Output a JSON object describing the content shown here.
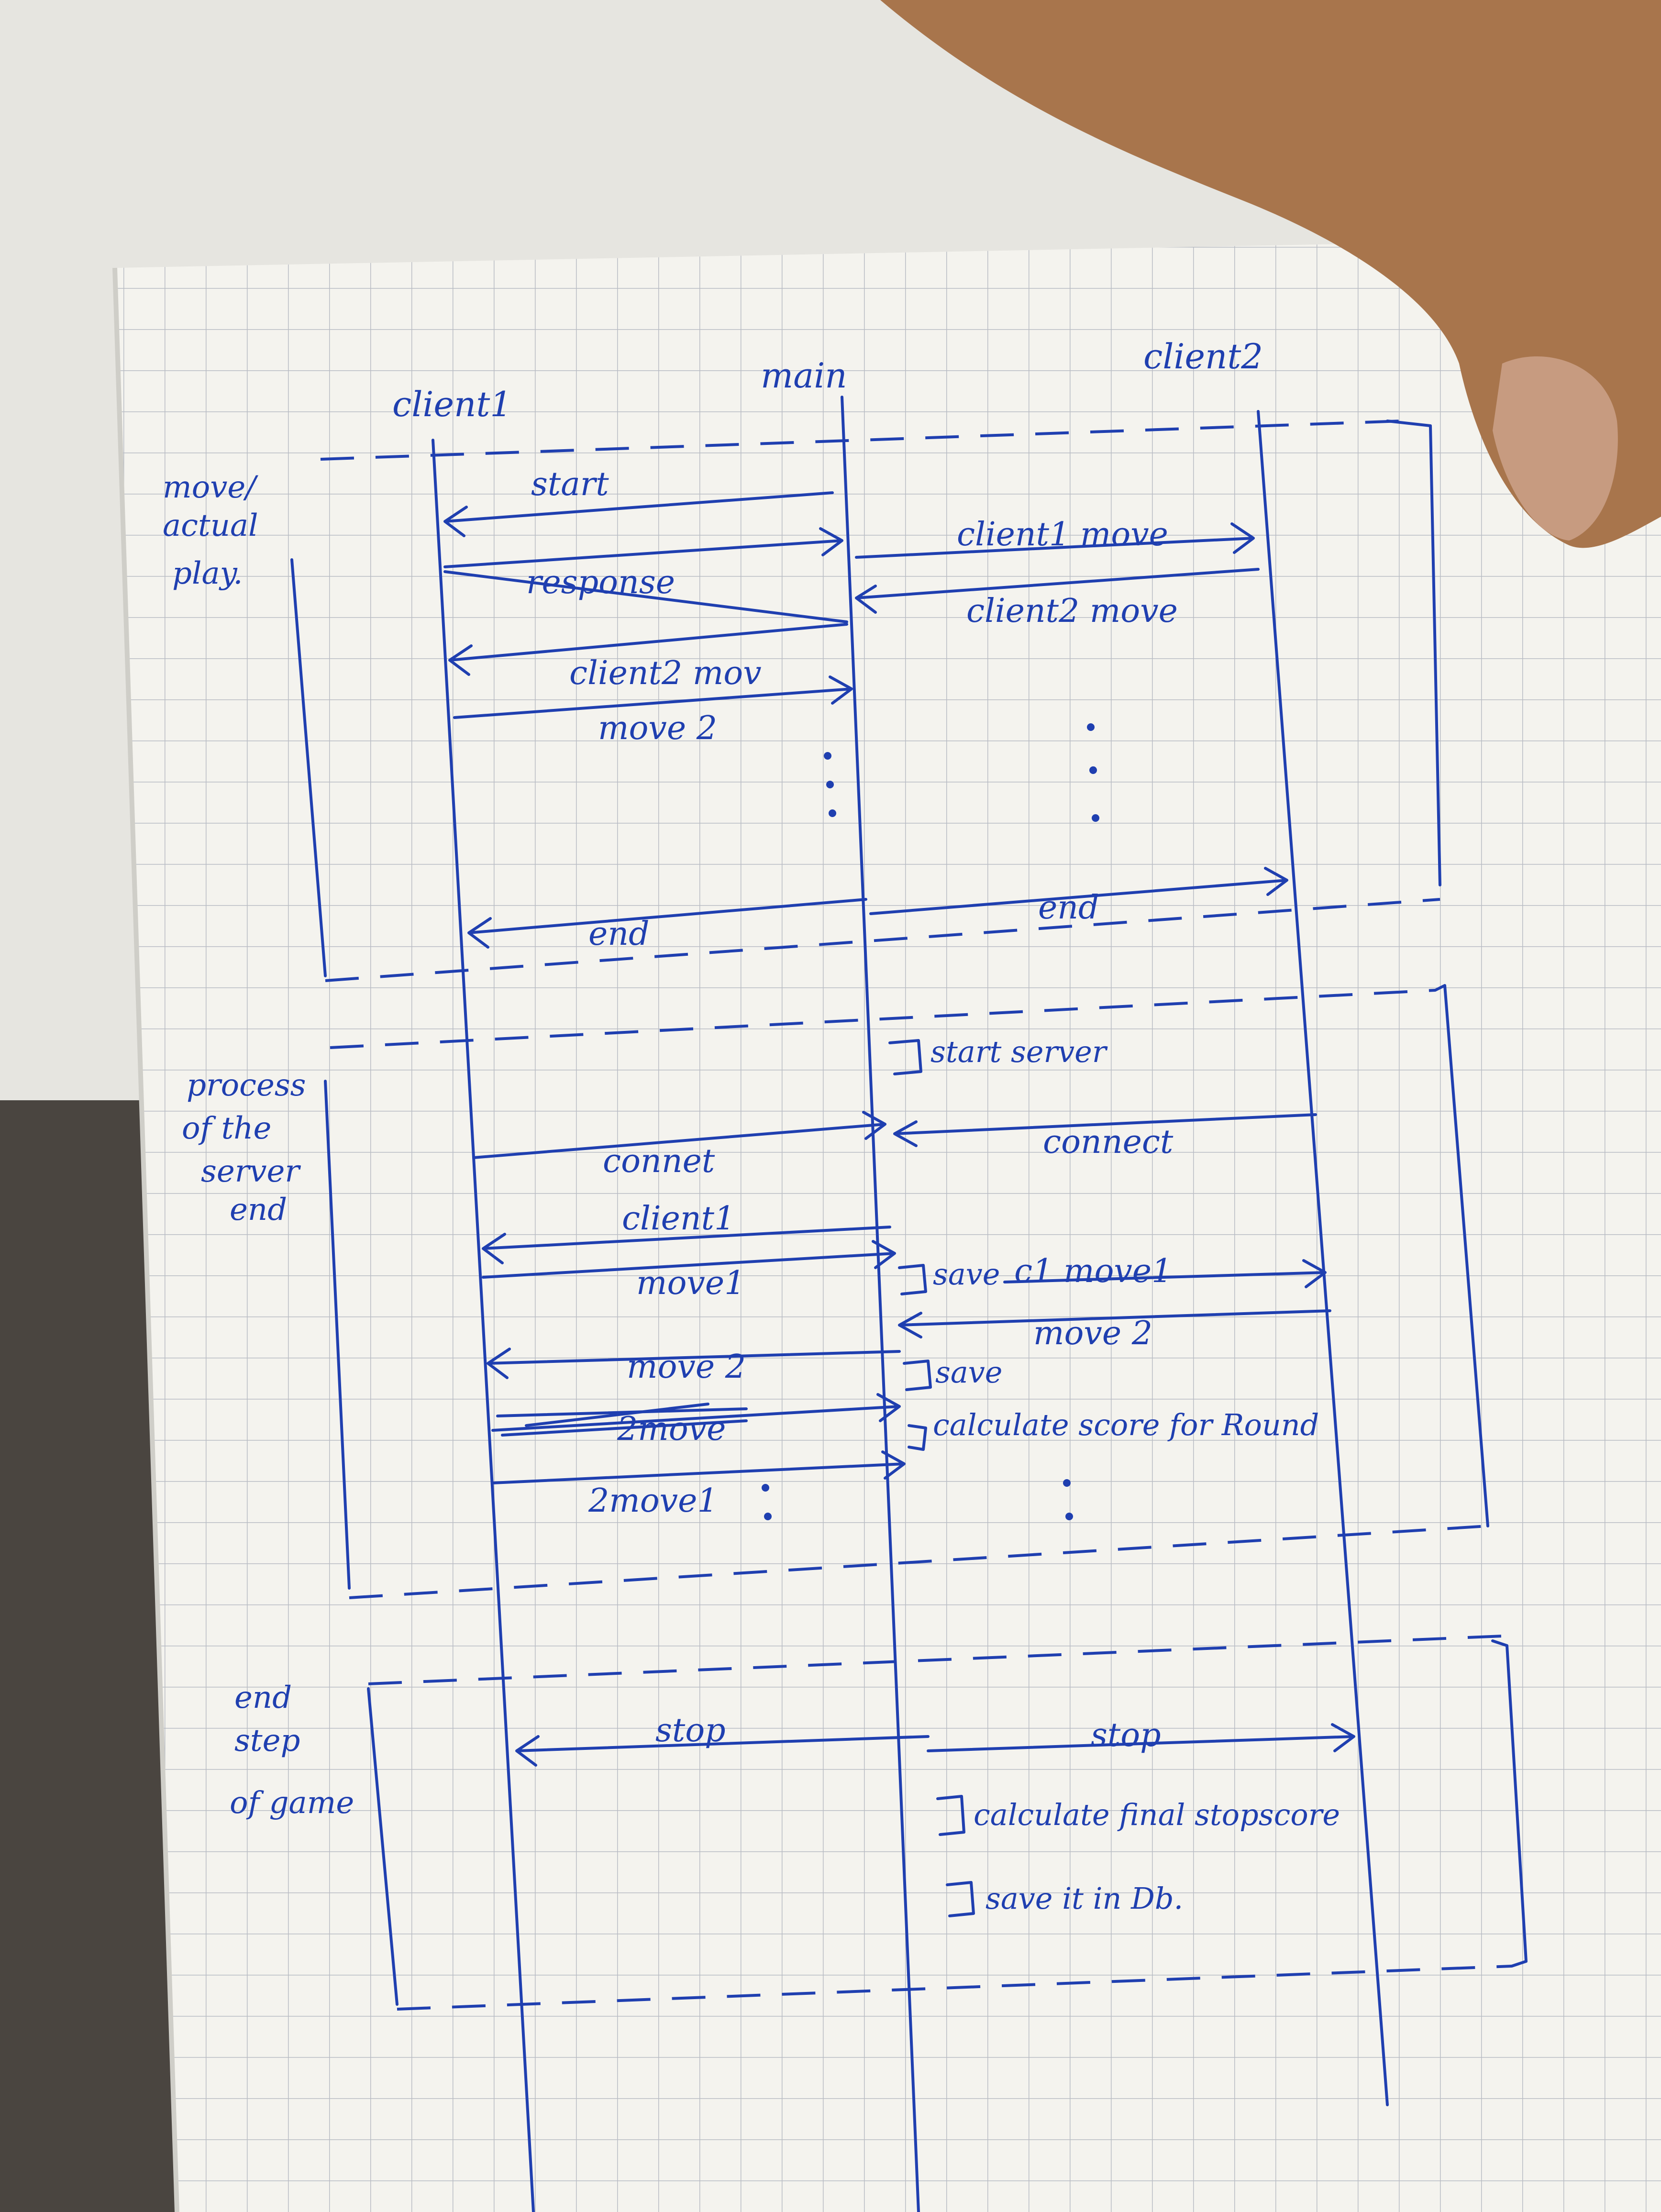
{
  "lifelines": [
    "client1",
    "main",
    "client2"
  ],
  "fragments": [
    {
      "label_lines": [
        "move/",
        "actual",
        "play."
      ]
    },
    {
      "label_lines": [
        "process",
        "of the",
        "server",
        "end"
      ]
    },
    {
      "label_lines": [
        "end",
        "step",
        "of game"
      ]
    }
  ],
  "messages": {
    "start": "start",
    "response": "response",
    "client1_move": "client1 move",
    "client2_move": "client2 move",
    "client2_mov": "client2 mov",
    "move2": "move 2",
    "end1": "end",
    "end2": "end",
    "connect1": "connet",
    "connect2": "connect",
    "client1": "client1",
    "move1": "move1",
    "client1_move1": "c1 move1",
    "move2_b": "move 2",
    "move2_c": "move 2",
    "move2_struck": "2move",
    "two_move1": "2move1",
    "stop1": "stop",
    "stop2": "stop"
  },
  "notes": {
    "start_server": "start server",
    "save1": "save",
    "save2": "save",
    "calc_round": "calculate score for Round",
    "calc_final": "calculate final stopscore",
    "save_db": "save it in Db."
  },
  "colors": {
    "ink": "#1f3fb0",
    "paper": "#f4f3ee",
    "grid": "#b9bcc4"
  }
}
